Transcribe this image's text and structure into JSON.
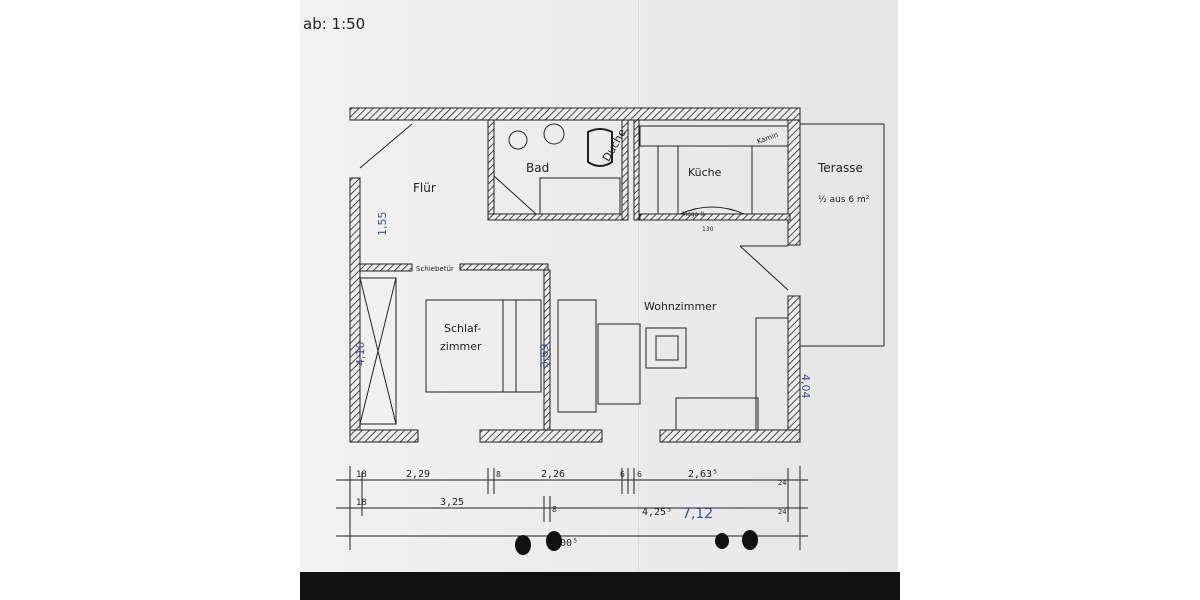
{
  "scale_label": "ab:  1:50",
  "rooms": {
    "flur": "Flür",
    "bad": "Bad",
    "dusche": "Duche",
    "kueche": "Küche",
    "wohnzimmer": "Wohnzimmer",
    "schlaf1": "Schlaf-",
    "schlaf2": "zimmer",
    "terasse1": "Terasse",
    "terasse2": "½ aus 6 m²",
    "kamin": "Kamin",
    "schiebetuer": "Schiebetür"
  },
  "small_notes": {
    "mega": "Mega-II",
    "n130": "130"
  },
  "blue_marks": {
    "flur_h": "1,55",
    "left_wall": "4,10",
    "mid_wall": "3,69",
    "right_wall": "4,04",
    "total": "7,12"
  },
  "dimensions": {
    "row1": [
      "18",
      "2,29",
      "8",
      "2,26",
      "6",
      "6",
      "2,63⁵",
      "24"
    ],
    "row2": [
      "18",
      "3,25",
      "8",
      "4,25⁵",
      "24"
    ],
    "overall": "8,00⁵"
  },
  "colors": {
    "paper": "#ecedec",
    "ink": "#222222",
    "blue_ink": "#3b4fa0"
  }
}
